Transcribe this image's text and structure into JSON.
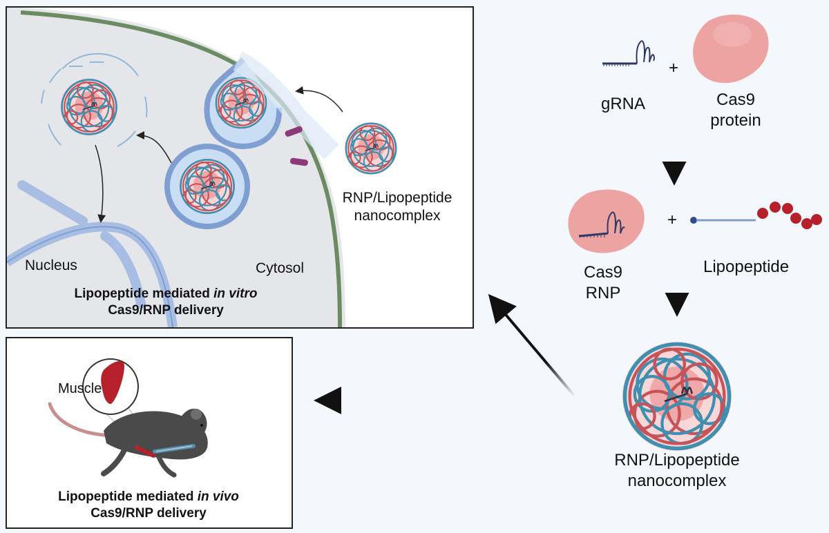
{
  "right": {
    "grna_label": "gRNA",
    "cas9_protein_label_1": "Cas9",
    "cas9_protein_label_2": "protein",
    "plus_1": "+",
    "plus_2": "+",
    "cas9_rnp_label_1": "Cas9",
    "cas9_rnp_label_2": "RNP",
    "lipopeptide_label": "Lipopeptide",
    "nanocomplex_label_1": "RNP/Lipopeptide",
    "nanocomplex_label_2": "nanocomplex"
  },
  "vitro": {
    "nucleus_label": "Nucleus",
    "cytosol_label": "Cytosol",
    "nanocomplex_label_1": "RNP/Lipopeptide",
    "nanocomplex_label_2": "nanocomplex",
    "caption_prefix": "Lipopeptide mediated ",
    "caption_italic": "in vitro",
    "caption_line2": "Cas9/RNP delivery"
  },
  "vivo": {
    "muscle_label": "Muscle",
    "caption_prefix": "Lipopeptide mediated ",
    "caption_italic": "in vivo",
    "caption_line2": "Cas9/RNP delivery"
  },
  "colors": {
    "cas9": "#eea3a3",
    "nanocomplex_blue": "#3f8fb0",
    "nanocomplex_red": "#c7535a",
    "membrane_green": "#6b8c63",
    "cytosol_fill": "#e4e6e9",
    "vesicle_blue": "#7f9fd1",
    "lipid_red": "#b5202a"
  }
}
